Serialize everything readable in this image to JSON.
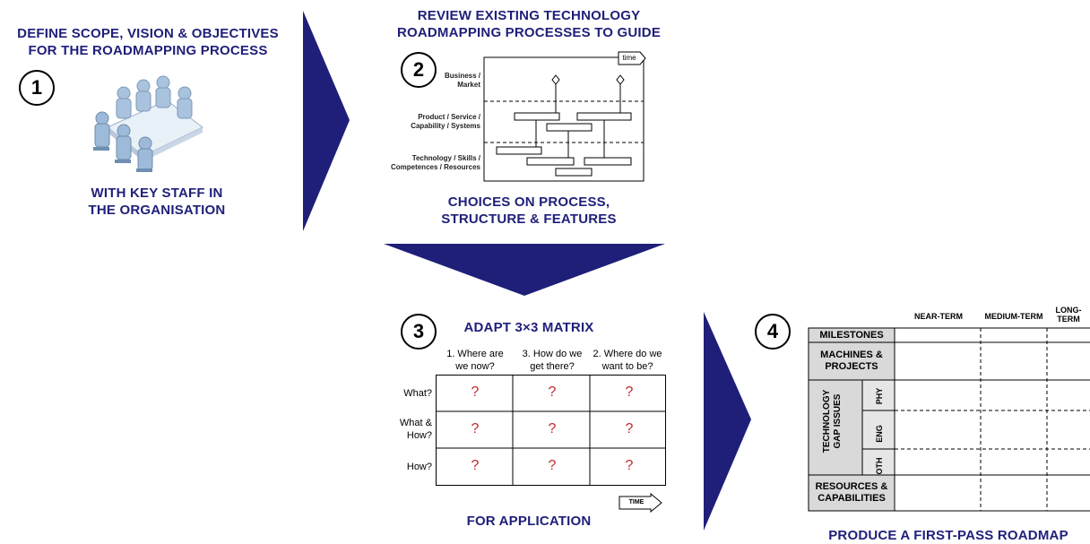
{
  "colors": {
    "navy": "#1f1f7a",
    "question_red": "#c0282d",
    "roadmap_label_bg": "#d9d9d9"
  },
  "step1": {
    "number": "1",
    "title_line1": "DEFINE SCOPE, VISION & OBJECTIVES",
    "title_line2": "FOR THE ROADMAPPING PROCESS",
    "caption_line1": "WITH KEY STAFF IN",
    "caption_line2": "THE ORGANISATION",
    "icon": "meeting-table-people-icon"
  },
  "step2": {
    "number": "2",
    "title_line1": "REVIEW EXISTING TECHNOLOGY",
    "title_line2": "ROADMAPPING PROCESSES TO GUIDE",
    "caption_line1": "CHOICES ON PROCESS,",
    "caption_line2": "STRUCTURE & FEATURES",
    "diagram": {
      "time_label": "time",
      "layer1_line1": "Business /",
      "layer1_line2": "Market",
      "layer2_line1": "Product / Service /",
      "layer2_line2": "Capability / Systems",
      "layer3_line1": "Technology / Skills /",
      "layer3_line2": "Competences / Resources"
    }
  },
  "step3": {
    "number": "3",
    "title": "ADAPT 3×3 MATRIX",
    "caption": "FOR APPLICATION",
    "time_label": "TIME",
    "columns": [
      {
        "line1": "1. Where are",
        "line2": "we now?"
      },
      {
        "line1": "3. How do we",
        "line2": "get there?"
      },
      {
        "line1": "2. Where do we",
        "line2": "want to be?"
      }
    ],
    "rows": [
      {
        "line1": "What?",
        "line2": ""
      },
      {
        "line1": "What &",
        "line2": "How?"
      },
      {
        "line1": "How?",
        "line2": ""
      }
    ],
    "cell_mark": "?"
  },
  "step4": {
    "number": "4",
    "caption": "PRODUCE A FIRST-PASS ROADMAP",
    "columns": [
      "NEAR-TERM",
      "MEDIUM-TERM",
      "LONG-",
      "TERM"
    ],
    "rows": {
      "milestones": "MILESTONES",
      "machines_line1": "MACHINES &",
      "machines_line2": "PROJECTS",
      "tech_line1": "TECHNOLOGY",
      "tech_line2": "GAP ISSUES",
      "sub_phy": "PHY",
      "sub_eng": "ENG",
      "sub_oth": "OTH",
      "resources_line1": "RESOURCES &",
      "resources_line2": "CAPABILITIES"
    }
  }
}
